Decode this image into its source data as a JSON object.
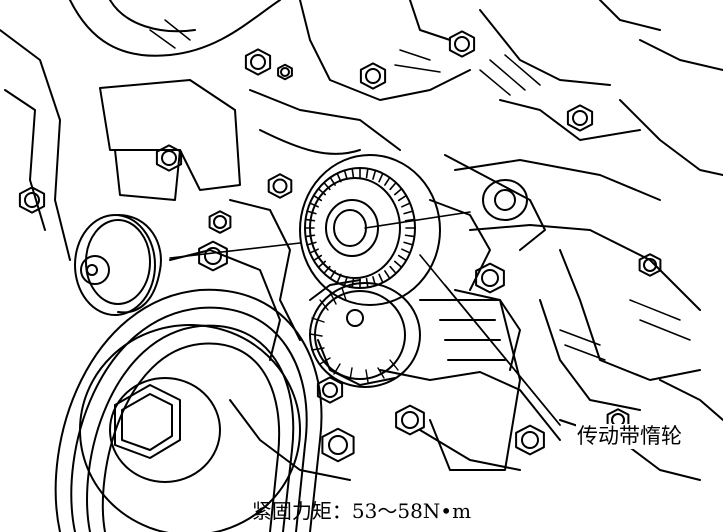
{
  "figure": {
    "callout_label": "传动带惰轮",
    "torque_label": "紧固力矩：",
    "torque_value": "53～58N•m"
  }
}
